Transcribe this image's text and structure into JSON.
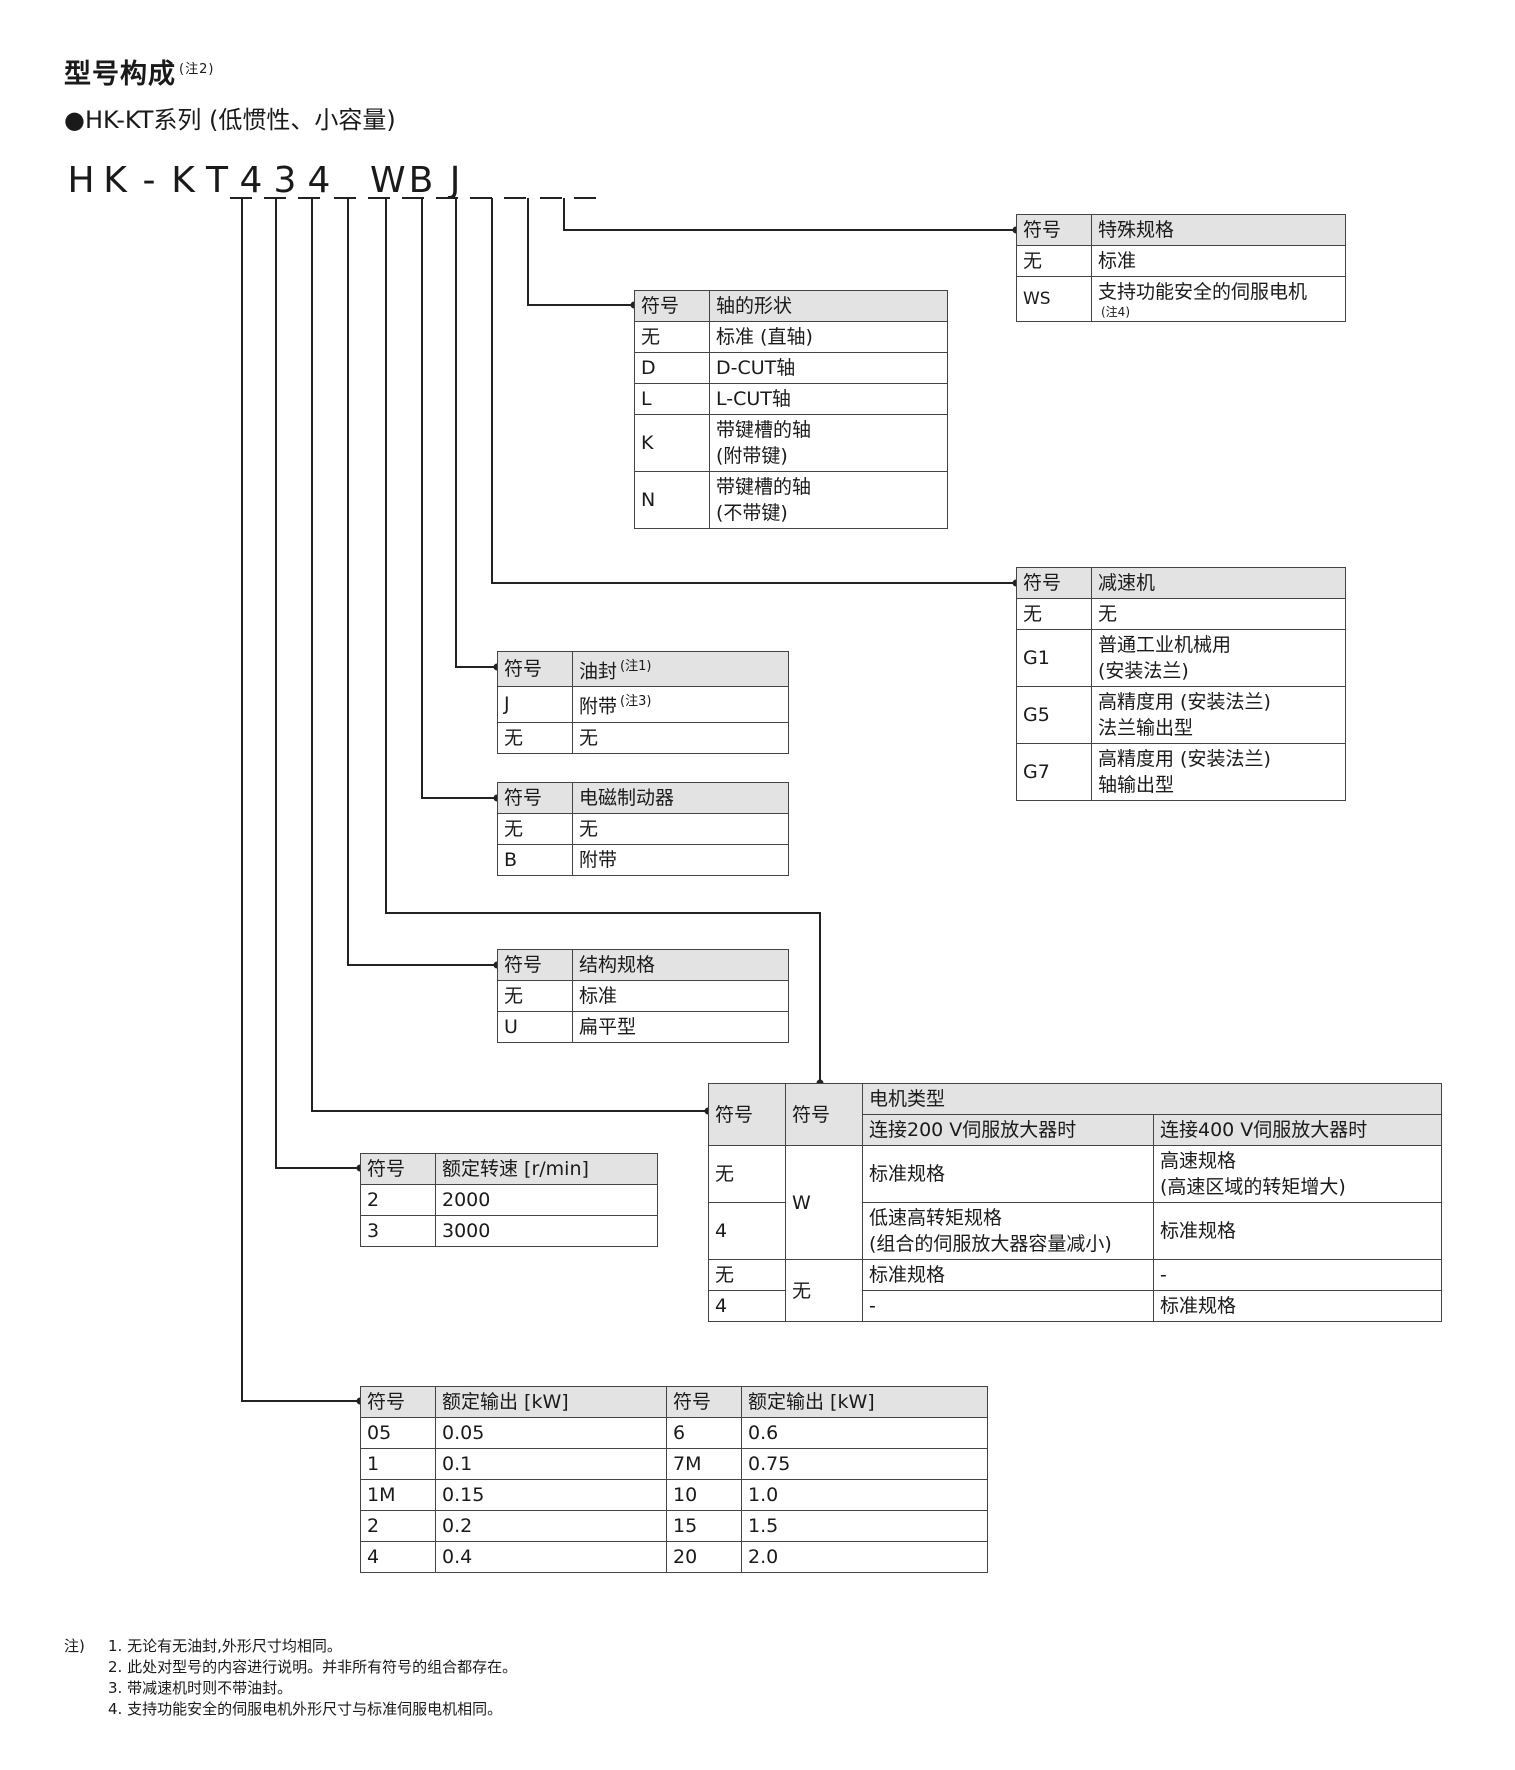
{
  "heading": {
    "title": "型号构成",
    "note": "(注2)"
  },
  "subheading": "●HK-KT系列 (低惯性、小容量)",
  "model_code": [
    "H",
    "K",
    "-",
    "K",
    "T",
    "4",
    "3",
    "4",
    "",
    "W",
    "B",
    "J",
    "",
    "",
    ""
  ],
  "special": {
    "headers": [
      "符号",
      "特殊规格"
    ],
    "rows": [
      {
        "sym": "无",
        "desc": "标准"
      },
      {
        "sym": "WS",
        "desc": "支持功能安全的伺服电机",
        "note": "(注4)"
      }
    ]
  },
  "shaft": {
    "headers": [
      "符号",
      "轴的形状"
    ],
    "rows": [
      {
        "sym": "无",
        "desc": "标准 (直轴)"
      },
      {
        "sym": "D",
        "desc": "D-CUT轴"
      },
      {
        "sym": "L",
        "desc": "L-CUT轴"
      },
      {
        "sym": "K",
        "desc": "带键槽的轴\n(附带键)"
      },
      {
        "sym": "N",
        "desc": "带键槽的轴\n(不带键)"
      }
    ]
  },
  "reducer": {
    "headers": [
      "符号",
      "减速机"
    ],
    "rows": [
      {
        "sym": "无",
        "desc": "无"
      },
      {
        "sym": "G1",
        "desc": "普通工业机械用\n(安装法兰)"
      },
      {
        "sym": "G5",
        "desc": "高精度用 (安装法兰)\n法兰输出型"
      },
      {
        "sym": "G7",
        "desc": "高精度用 (安装法兰)\n轴输出型"
      }
    ]
  },
  "oil_seal": {
    "headers": [
      "符号",
      "油封"
    ],
    "header_note": "(注1)",
    "rows": [
      {
        "sym": "J",
        "desc": "附带",
        "note": "(注3)"
      },
      {
        "sym": "无",
        "desc": "无"
      }
    ]
  },
  "brake": {
    "headers": [
      "符号",
      "电磁制动器"
    ],
    "rows": [
      {
        "sym": "无",
        "desc": "无"
      },
      {
        "sym": "B",
        "desc": "附带"
      }
    ]
  },
  "structure": {
    "headers": [
      "符号",
      "结构规格"
    ],
    "rows": [
      {
        "sym": "无",
        "desc": "标准"
      },
      {
        "sym": "U",
        "desc": "扁平型"
      }
    ]
  },
  "motor_type": {
    "headers": [
      "符号",
      "符号",
      "电机类型"
    ],
    "subheaders": [
      "连接200 V伺服放大器时",
      "连接400 V伺服放大器时"
    ],
    "group_w": "W",
    "group_none": "无",
    "rows": [
      {
        "sym": "无",
        "c200": "标准规格",
        "c400": "高速规格\n(高速区域的转矩增大)"
      },
      {
        "sym": "4",
        "c200": "低速高转矩规格\n(组合的伺服放大器容量减小)",
        "c400": "标准规格"
      },
      {
        "sym": "无",
        "c200": "标准规格",
        "c400": "-"
      },
      {
        "sym": "4",
        "c200": "-",
        "c400": "标准规格"
      }
    ]
  },
  "speed": {
    "headers": [
      "符号",
      "额定转速 [r/min]"
    ],
    "rows": [
      {
        "sym": "2",
        "desc": "2000"
      },
      {
        "sym": "3",
        "desc": "3000"
      }
    ]
  },
  "output": {
    "headers": [
      "符号",
      "额定输出 [kW]",
      "符号",
      "额定输出 [kW]"
    ],
    "rows": [
      [
        "05",
        "0.05",
        "6",
        "0.6"
      ],
      [
        "1",
        "0.1",
        "7M",
        "0.75"
      ],
      [
        "1M",
        "0.15",
        "10",
        "1.0"
      ],
      [
        "2",
        "0.2",
        "15",
        "1.5"
      ],
      [
        "4",
        "0.4",
        "20",
        "2.0"
      ]
    ]
  },
  "notes": {
    "label": "注)",
    "items": [
      "1. 无论有无油封,外形尺寸均相同。",
      "2. 此处对型号的内容进行说明。并非所有符号的组合都存在。",
      "3. 带减速机时则不带油封。",
      "4. 支持功能安全的伺服电机外形尺寸与标准伺服电机相同。"
    ]
  }
}
